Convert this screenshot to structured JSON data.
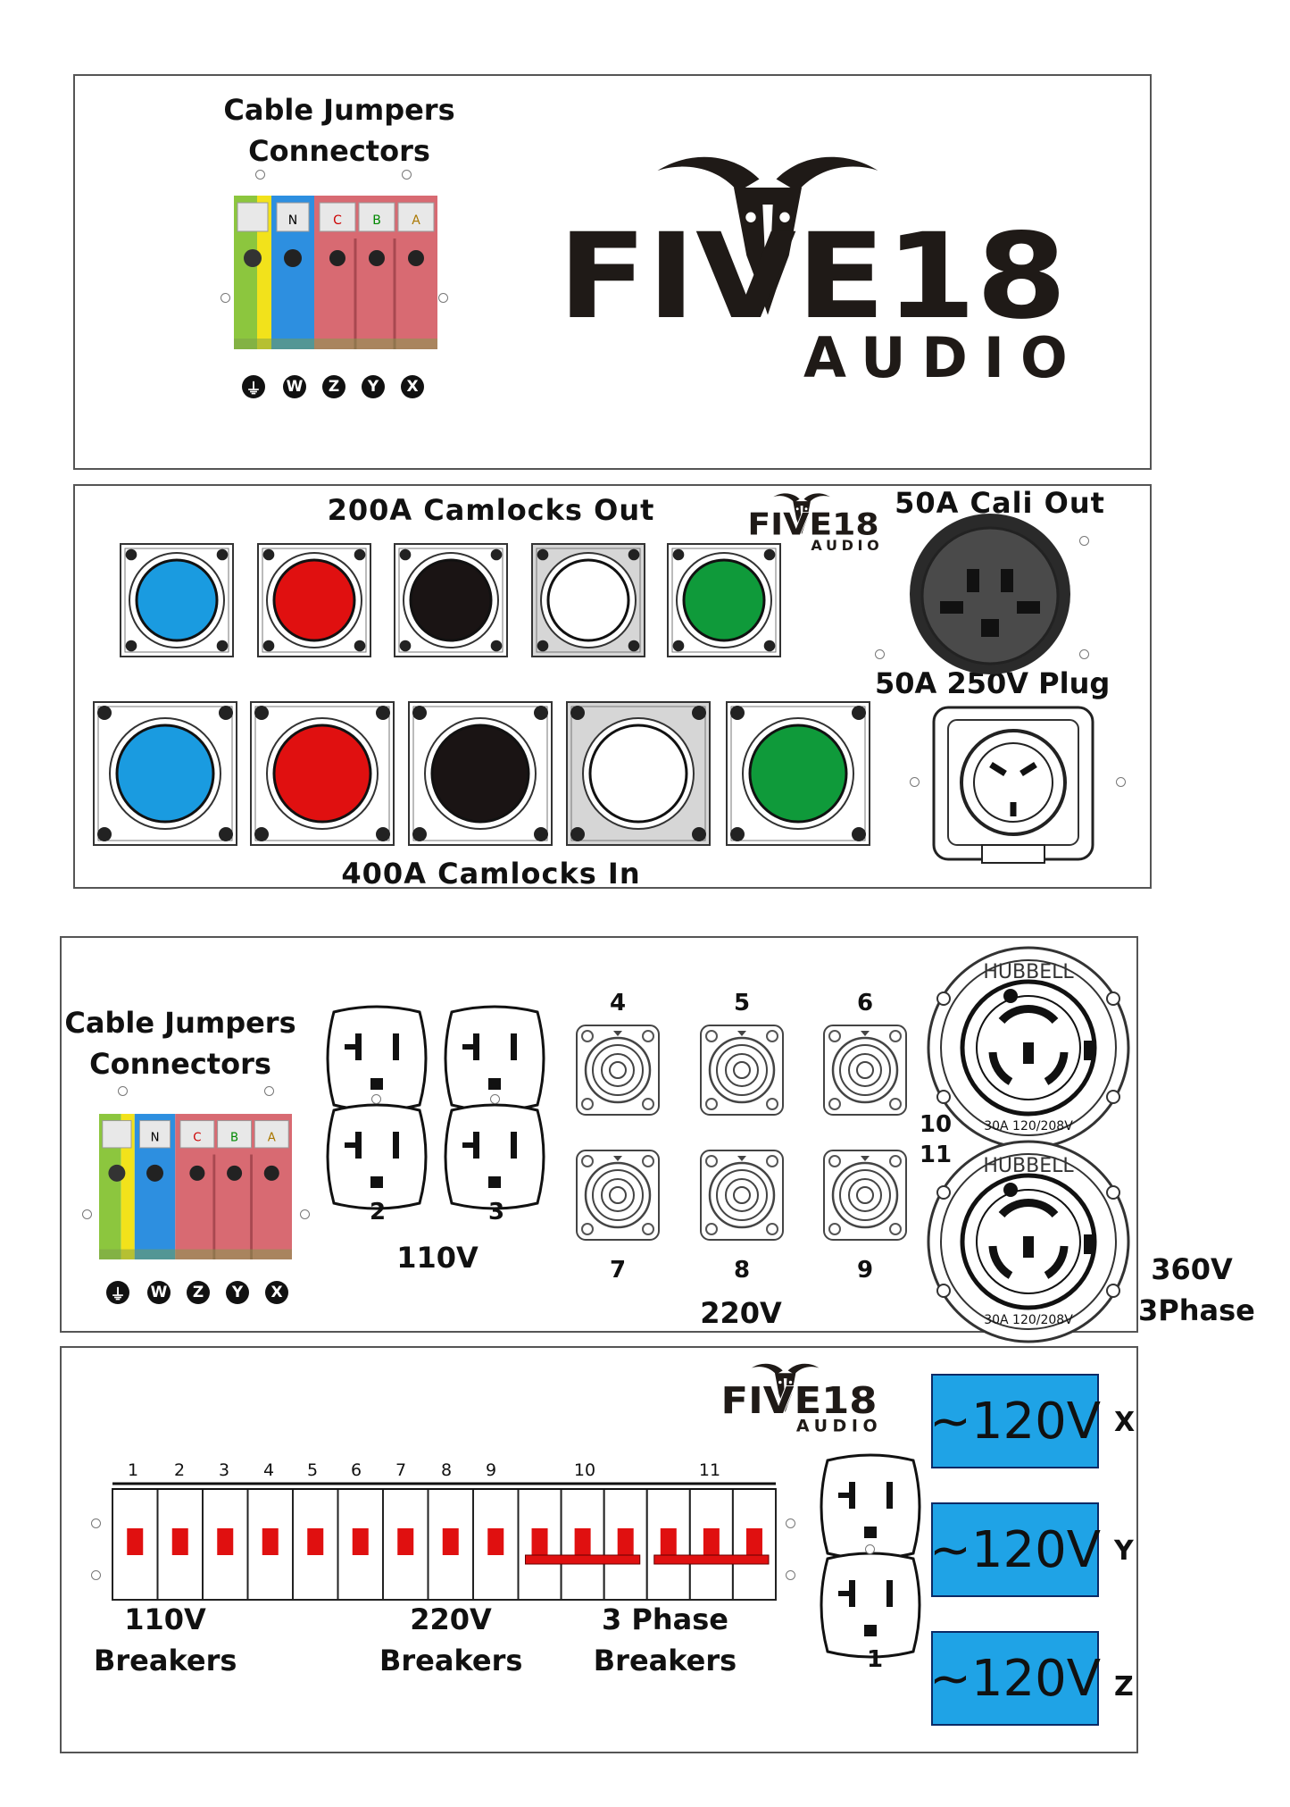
{
  "brand": {
    "word": "FIVE18",
    "sub": "AUDIO"
  },
  "panel1": {
    "jumpers_title_1": "Cable Jumpers",
    "jumpers_title_2": "Connectors",
    "terminal_tops": [
      "N",
      "C",
      "B",
      "A"
    ],
    "terminal_letters": [
      "W",
      "Z",
      "Y",
      "X"
    ]
  },
  "panel2": {
    "out_label": "200A Camlocks Out",
    "in_label": "400A Camlocks In",
    "cali_label": "50A Cali Out",
    "plug_label": "50A 250V Plug",
    "camlock_colors": [
      "#1a9be0",
      "#e01010",
      "#1a1414",
      "#ffffff",
      "#0f9a3a"
    ]
  },
  "panel3": {
    "jumpers_title_1": "Cable Jumpers",
    "jumpers_title_2": "Connectors",
    "outlet_numbers": [
      "2",
      "3"
    ],
    "v110_label": "110V",
    "speakon_top_numbers": [
      "4",
      "5",
      "6"
    ],
    "speakon_bottom_numbers": [
      "7",
      "8",
      "9"
    ],
    "v220_label": "220V",
    "twistlock_numbers": [
      "10",
      "11"
    ],
    "twistlock_brand": "HUBBELL",
    "twistlock_rating": "30A 120/208V",
    "v360_label_1": "360V",
    "v360_label_2": "3Phase"
  },
  "panel4": {
    "breaker_numbers": [
      "1",
      "2",
      "3",
      "4",
      "5",
      "6",
      "7",
      "8",
      "9",
      "10",
      "11"
    ],
    "labels": [
      {
        "l1": "110V",
        "l2": "Breakers"
      },
      {
        "l1": "220V",
        "l2": "Breakers"
      },
      {
        "l1": "3 Phase",
        "l2": "Breakers"
      }
    ],
    "outlet_number": "1",
    "meters": [
      {
        "value": "~120V",
        "phase": "X"
      },
      {
        "value": "~120V",
        "phase": "Y"
      },
      {
        "value": "~120V",
        "phase": "Z"
      }
    ]
  }
}
